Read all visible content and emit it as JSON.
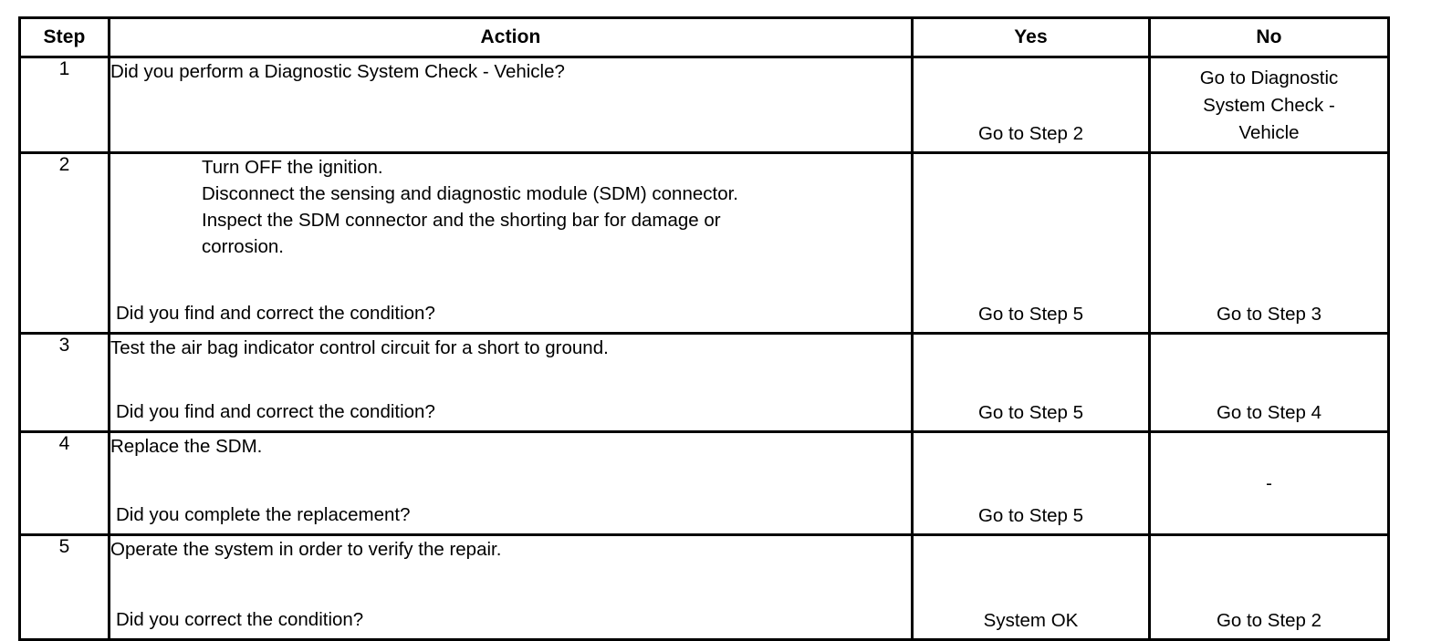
{
  "table": {
    "headers": {
      "step": "Step",
      "action": "Action",
      "yes": "Yes",
      "no": "No"
    },
    "rows": [
      {
        "step": "1",
        "action_lines": [
          "Did you perform a Diagnostic System Check - Vehicle?"
        ],
        "action_sub_lines": [],
        "action_question": "",
        "yes": "Go to Step 2",
        "no_lines": [
          "Go to Diagnostic",
          "System Check -",
          "Vehicle"
        ],
        "no": "Go to Diagnostic System Check - Vehicle"
      },
      {
        "step": "2",
        "action_lines": [],
        "action_sub_lines": [
          "Turn OFF the ignition.",
          "Disconnect the sensing and diagnostic module (SDM) connector.",
          "Inspect the SDM connector and the shorting bar for damage or",
          "corrosion."
        ],
        "action_question": "Did you find and correct the condition?",
        "yes": "Go to Step 5",
        "no_lines": [
          "Go to Step 3"
        ],
        "no": "Go to Step 3"
      },
      {
        "step": "3",
        "action_lines": [
          "Test the air bag indicator control circuit for a short to ground."
        ],
        "action_sub_lines": [],
        "action_question": "Did you find and correct the condition?",
        "yes": "Go to Step 5",
        "no_lines": [
          "Go to Step 4"
        ],
        "no": "Go to Step 4"
      },
      {
        "step": "4",
        "action_lines": [
          "Replace the SDM."
        ],
        "action_sub_lines": [],
        "action_question": "Did you complete the replacement?",
        "yes": "Go to Step 5",
        "no_lines": [
          "-"
        ],
        "no": "-"
      },
      {
        "step": "5",
        "action_lines": [
          "Operate the system in order to verify the repair."
        ],
        "action_sub_lines": [],
        "action_question": "Did you correct the condition?",
        "yes": "System OK",
        "no_lines": [
          "Go to Step 2"
        ],
        "no": "Go to Step 2"
      }
    ]
  },
  "colors": {
    "border": "#000000",
    "text": "#000000",
    "background": "#ffffff"
  }
}
